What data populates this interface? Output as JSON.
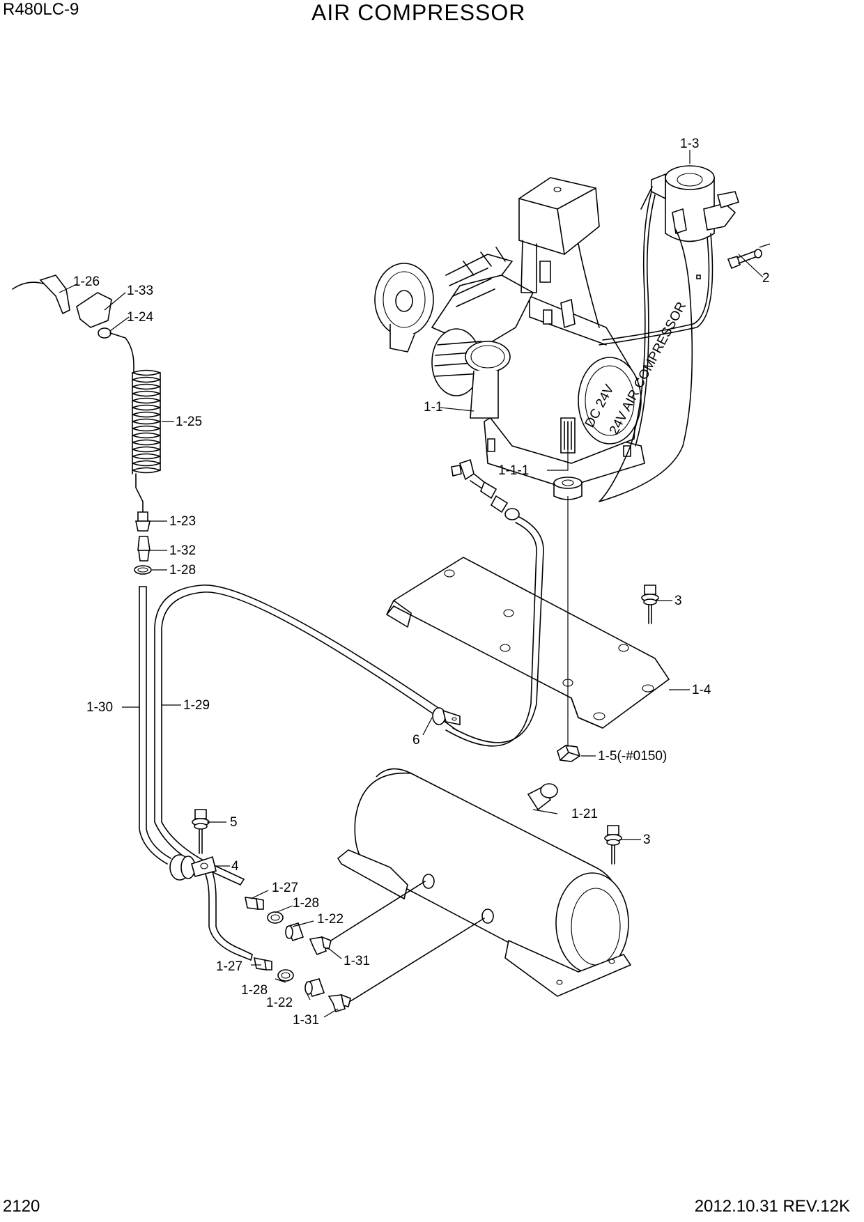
{
  "header": {
    "model": "R480LC-9",
    "title": "AIR COMPRESSOR"
  },
  "footer": {
    "page_number": "2120",
    "revision": "2012.10.31  REV.12K"
  },
  "drawing": {
    "motor_label": "DC 24V",
    "motor_sublabel": "24V AIR COMPRESSOR",
    "callouts": [
      "1-3",
      "2",
      "1-26",
      "1-33",
      "1-24",
      "1-25",
      "1-1",
      "1-1-1",
      "1-23",
      "1-32",
      "1-28",
      "3",
      "1-4",
      "1-30",
      "1-29",
      "6",
      "1-5(-#0150)",
      "5",
      "1-21",
      "3",
      "4",
      "1-27",
      "1-28",
      "1-22",
      "1-31",
      "1-27",
      "1-28",
      "1-22",
      "1-31"
    ]
  }
}
